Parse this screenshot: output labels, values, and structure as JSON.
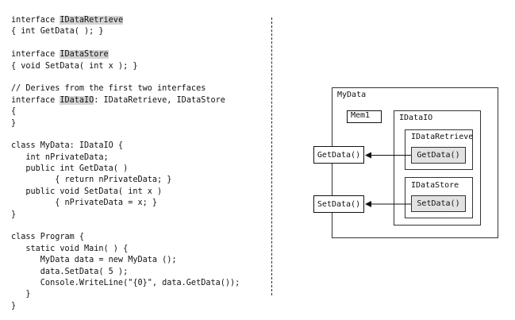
{
  "code": {
    "lines": [
      [
        {
          "t": "interface "
        },
        {
          "t": "IDataRetrieve",
          "hl": true
        }
      ],
      [
        {
          "t": "{ int GetData( ); }"
        }
      ],
      [
        {
          "t": ""
        }
      ],
      [
        {
          "t": "interface "
        },
        {
          "t": "IDataStore",
          "hl": true
        }
      ],
      [
        {
          "t": "{ void SetData( int x ); }"
        }
      ],
      [
        {
          "t": ""
        }
      ],
      [
        {
          "t": "// Derives from the first two interfaces"
        }
      ],
      [
        {
          "t": "interface "
        },
        {
          "t": "IDataIO",
          "hl": true
        },
        {
          "t": ": IDataRetrieve, IDataStore"
        }
      ],
      [
        {
          "t": "{"
        }
      ],
      [
        {
          "t": "}"
        }
      ],
      [
        {
          "t": ""
        }
      ],
      [
        {
          "t": "class MyData: IDataIO {"
        }
      ],
      [
        {
          "t": "   int nPrivateData;"
        }
      ],
      [
        {
          "t": "   public int GetData( )"
        }
      ],
      [
        {
          "t": "         { return nPrivateData; }"
        }
      ],
      [
        {
          "t": "   public void SetData( int x )"
        }
      ],
      [
        {
          "t": "         { nPrivateData = x; }"
        }
      ],
      [
        {
          "t": "}"
        }
      ],
      [
        {
          "t": ""
        }
      ],
      [
        {
          "t": "class Program {"
        }
      ],
      [
        {
          "t": "   static void Main( ) {"
        }
      ],
      [
        {
          "t": "      MyData data = new MyData ();"
        }
      ],
      [
        {
          "t": "      data.SetData( 5 );"
        }
      ],
      [
        {
          "t": "      Console.WriteLine(\"{0}\", data.GetData());"
        }
      ],
      [
        {
          "t": "   }"
        }
      ],
      [
        {
          "t": "}"
        }
      ]
    ]
  },
  "diagram": {
    "outer_label": "MyData",
    "member_label": "Mem1",
    "io_label": "IDataIO",
    "retrieve_label": "IDataRetrieve",
    "retrieve_method": "GetData()",
    "store_label": "IDataStore",
    "store_method": "SetData()",
    "exposed_get": "GetData()",
    "exposed_set": "SetData()"
  }
}
